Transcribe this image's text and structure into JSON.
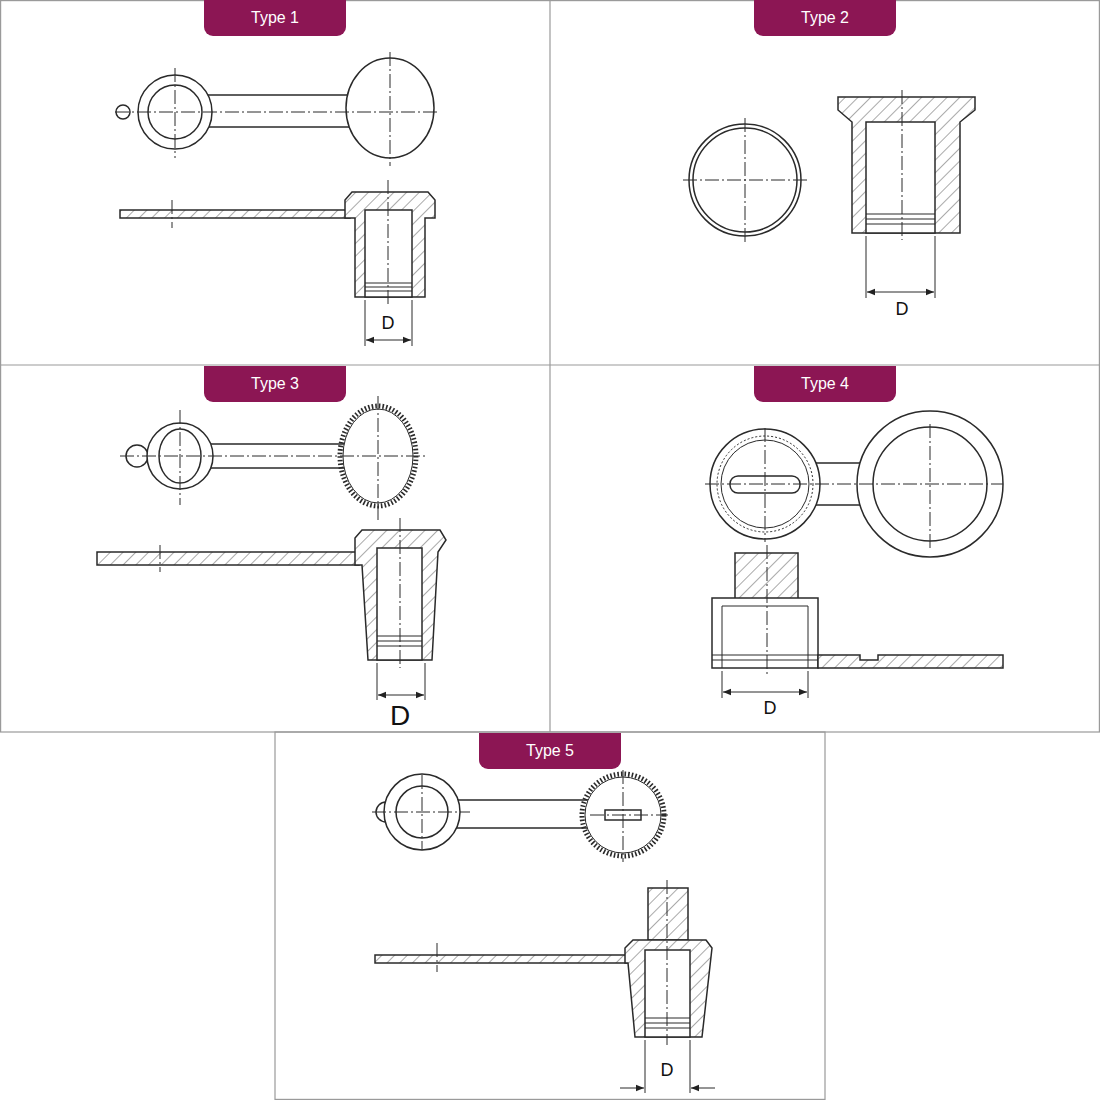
{
  "diagram": {
    "nodes": [
      {
        "text": [
          "Type 1"
        ]
      },
      {
        "text": [
          "Type 2"
        ]
      },
      {
        "text": [
          "Type 3"
        ]
      },
      {
        "text": [
          "Type 4"
        ]
      },
      {
        "text": [
          "Type 5"
        ]
      }
    ],
    "labels": [
      "D",
      "D",
      "D",
      "D",
      "D"
    ]
  }
}
